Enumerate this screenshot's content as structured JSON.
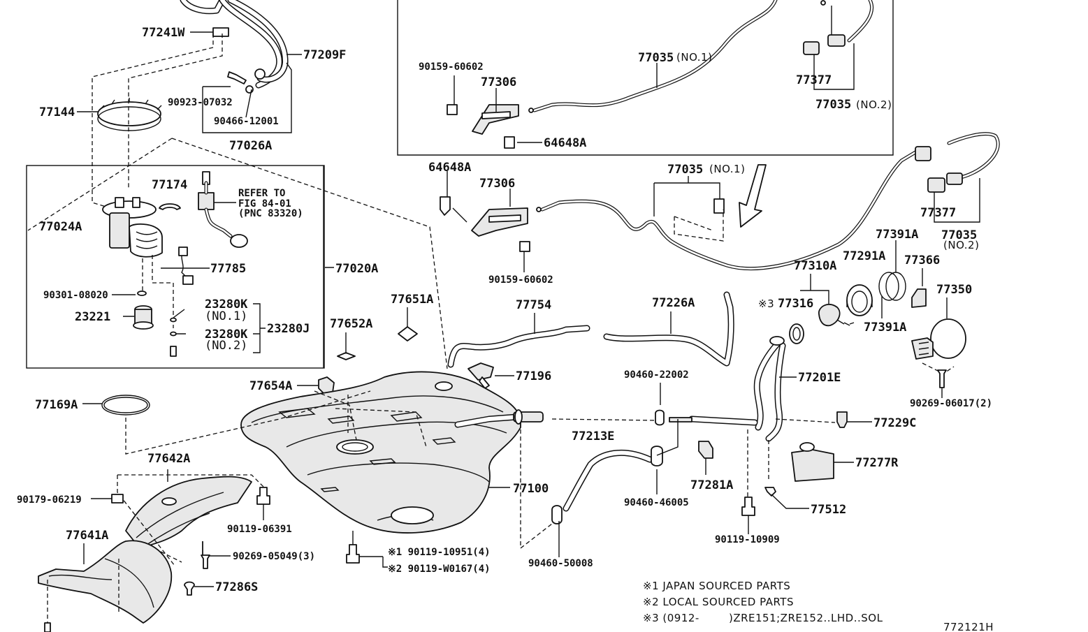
{
  "labels": {
    "p77241W": "77241W",
    "p77209F": "77209F",
    "p90923_07032": "90923-07032",
    "p90466_12001": "90466-12001",
    "p77026A": "77026A",
    "p77144": "77144",
    "p77174": "77174",
    "refer1": "REFER TO",
    "refer2": "FIG 84-01",
    "refer3": "(PNC 83320)",
    "p77024A": "77024A",
    "p77785": "77785",
    "p77020A": "77020A",
    "p90301_08020": "90301-08020",
    "p23221": "23221",
    "p23280K_1": "23280K",
    "no1_a": "(NO.1)",
    "p23280K_2": "23280K",
    "no2_a": "(NO.2)",
    "p23280J": "23280J",
    "p90159_60602_top": "90159-60602",
    "p77306_top": "77306",
    "p64648A_top": "64648A",
    "p77035_top": "77035",
    "no1_top": "(NO.1)",
    "p77377_top": "77377",
    "p77035_top2": "77035",
    "no2_top": "(NO.2)",
    "p64648A": "64648A",
    "p77306": "77306",
    "p90159_60602": "90159-60602",
    "p77035_mid": "77035",
    "no1_mid": "(NO.1)",
    "p77377": "77377",
    "p77035_right": "77035",
    "no2_right": "(NO.2)",
    "p77391A_1": "77391A",
    "p77310A": "77310A",
    "p77291A": "77291A",
    "p77366": "77366",
    "p77350": "77350",
    "mark3": "※3",
    "p77316": "77316",
    "p77391A_2": "77391A",
    "p77754": "77754",
    "p77226A": "77226A",
    "p77651A": "77651A",
    "p77652A": "77652A",
    "p77196": "77196",
    "p90460_22002": "90460-22002",
    "p77201E": "77201E",
    "p90269_06017": "90269-06017(2)",
    "p77654A": "77654A",
    "p77169A": "77169A",
    "p77229C": "77229C",
    "p77213E": "77213E",
    "p77277R": "77277R",
    "p77642A": "77642A",
    "p77100": "77100",
    "p77281A": "77281A",
    "p90179_06219": "90179-06219",
    "p90119_06391": "90119-06391",
    "p90460_46005": "90460-46005",
    "p77512": "77512",
    "p77641A": "77641A",
    "p90269_05049": "90269-05049(3)",
    "p90119_10909": "90119-10909",
    "p90119_10951": "※1 90119-10951(4)",
    "p90119_W0167": "※2 90119-W0167(4)",
    "p90460_50008": "90460-50008",
    "p77286S": "77286S"
  },
  "notes": {
    "n1": "※1 JAPAN SOURCED PARTS",
    "n2": "※2 LOCAL SOURCED PARTS",
    "n3": "※3 (0912-        )ZRE151;ZRE152..LHD..SOL"
  },
  "figure_code": "772121H"
}
